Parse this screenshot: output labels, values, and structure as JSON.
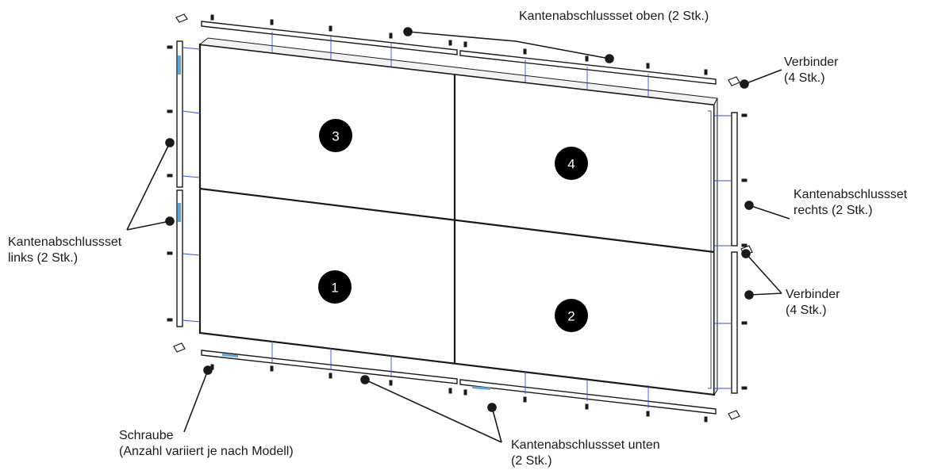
{
  "callouts": {
    "top_trim": "Kantenabschlussset oben (2 Stk.)",
    "connector_top": {
      "line1": "Verbinder",
      "line2": "(4 Stk.)"
    },
    "right_trim": {
      "line1": "Kantenabschlussset",
      "line2": "rechts (2 Stk.)"
    },
    "connector_right": {
      "line1": "Verbinder",
      "line2": "(4 Stk.)"
    },
    "left_trim": {
      "line1": "Kantenabschlussset",
      "line2": "links (2 Stk.)"
    },
    "screw": {
      "line1": "Schraube",
      "line2": "(Anzahl variiert je nach Modell)"
    },
    "bottom_trim": {
      "line1": "Kantenabschlussset unten",
      "line2": "(2 Stk.)"
    }
  },
  "panels": [
    {
      "id": "1",
      "label": "1"
    },
    {
      "id": "2",
      "label": "2"
    },
    {
      "id": "3",
      "label": "3"
    },
    {
      "id": "4",
      "label": "4"
    }
  ],
  "colors": {
    "line": "#1a1a1a",
    "blue_guide": "#3a4ed8",
    "accent": "#5aa7e0"
  }
}
